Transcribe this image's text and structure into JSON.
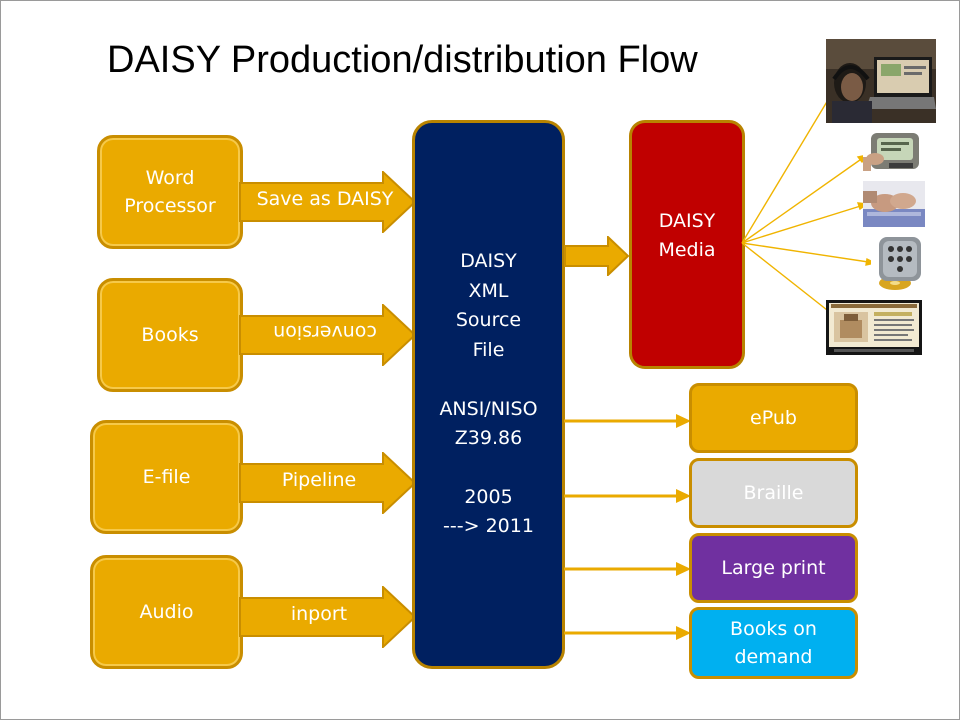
{
  "title": "DAISY Production/distribution Flow",
  "sources": [
    {
      "id": "word",
      "label": "Word Processor",
      "arrow_label": "Save as DAISY",
      "arrow_label_flipped": false
    },
    {
      "id": "books",
      "label": "Books",
      "arrow_label": "conversion",
      "arrow_label_flipped": true
    },
    {
      "id": "efile",
      "label": "E-file",
      "arrow_label": "Pipeline",
      "arrow_label_flipped": false
    },
    {
      "id": "audio",
      "label": "Audio",
      "arrow_label": "inport",
      "arrow_label_flipped": false
    }
  ],
  "central": {
    "lines": [
      "DAISY",
      "XML",
      "Source",
      "File",
      "",
      "ANSI/NISO",
      "Z39.86",
      "",
      "2005",
      "---> 2011"
    ]
  },
  "media": {
    "label": "DAISY Media"
  },
  "outputs": [
    {
      "id": "epub",
      "label": "ePub"
    },
    {
      "id": "braille",
      "label": "Braille"
    },
    {
      "id": "large",
      "label": "Large print"
    },
    {
      "id": "demand",
      "label": "Books on demand"
    }
  ],
  "devices": [
    "laptop-listener-photo",
    "touch-player-photo",
    "braille-hands-photo",
    "daisy-player-photo",
    "ebook-screen-photo"
  ],
  "colors": {
    "orange": "#eaaa00",
    "navy": "#002060",
    "red": "#c00000",
    "gray": "#d9d9d9",
    "purple": "#7030a0",
    "cyan": "#00b0f0",
    "connector": "#f0b400"
  }
}
